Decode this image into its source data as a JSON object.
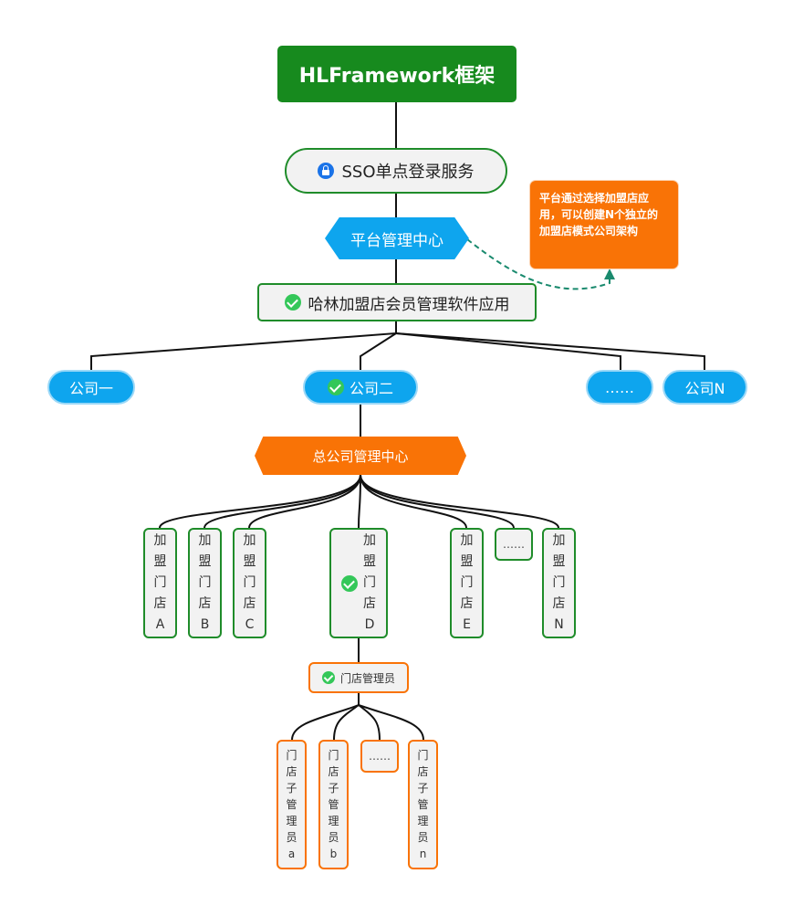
{
  "root": {
    "label": "HLFramework框架"
  },
  "sso": {
    "label": "SSO单点登录服务",
    "icon": "lock-icon"
  },
  "platform": {
    "label": "平台管理中心"
  },
  "note": {
    "text": "平台通过选择加盟店应用，可以创建N个独立的加盟店模式公司架构"
  },
  "app": {
    "label": "哈林加盟店会员管理软件应用",
    "icon": "check-icon"
  },
  "companies": [
    {
      "label": "公司一"
    },
    {
      "label": "公司二",
      "icon": "check-icon"
    },
    {
      "label": "……"
    },
    {
      "label": "公司N"
    }
  ],
  "hq": {
    "label": "总公司管理中心"
  },
  "stores": [
    {
      "label": "加盟门店A"
    },
    {
      "label": "加盟门店B"
    },
    {
      "label": "加盟门店C"
    },
    {
      "label": "加盟门店D",
      "icon": "check-icon"
    },
    {
      "label": "加盟门店E"
    },
    {
      "label": "……"
    },
    {
      "label": "加盟门店N"
    }
  ],
  "store_admin": {
    "label": "门店管理员",
    "icon": "check-icon"
  },
  "sub_admins": [
    {
      "label": "门店子管理员a"
    },
    {
      "label": "门店子管理员b"
    },
    {
      "label": "……"
    },
    {
      "label": "门店子管理员n"
    }
  ],
  "colors": {
    "green": "#178a1e",
    "blue": "#0ea5ee",
    "orange": "#f97306",
    "node_bg": "#f2f2f2"
  }
}
